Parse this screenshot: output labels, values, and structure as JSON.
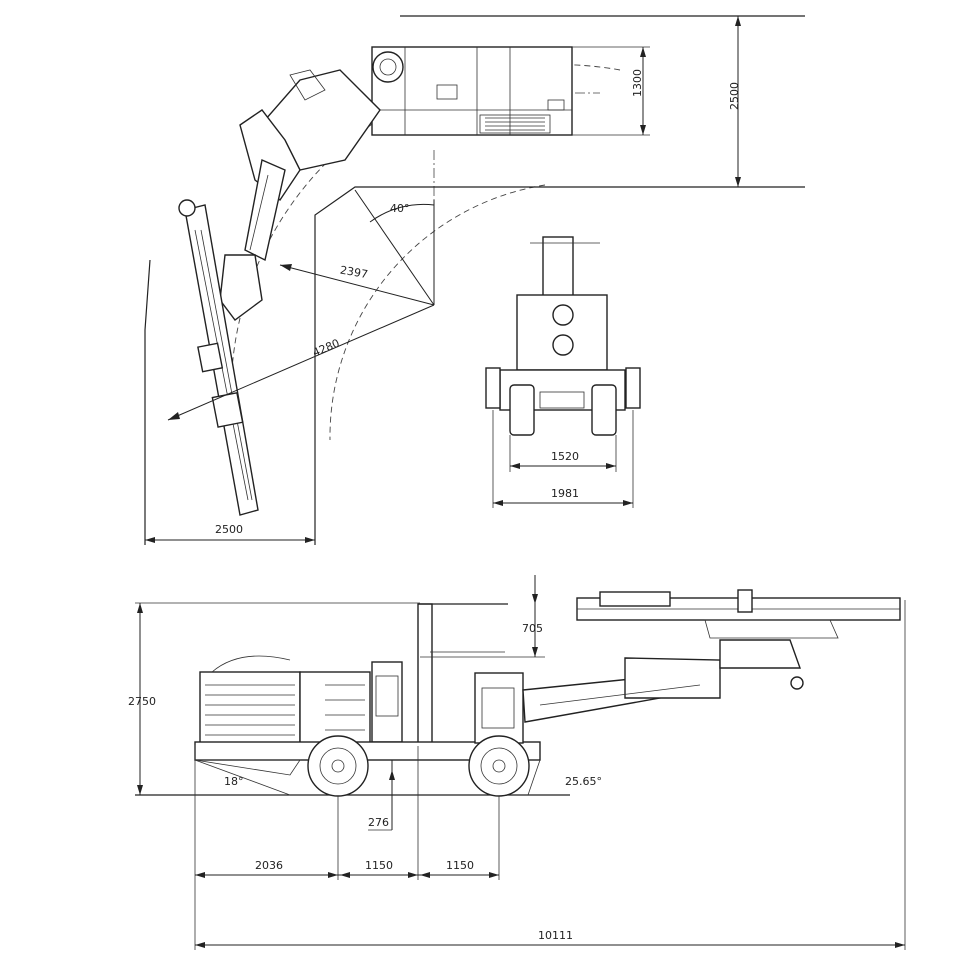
{
  "top_view": {
    "width_dim": "2500",
    "reach_dim": "4280",
    "radius_dim": "2397",
    "angle_label": "40°",
    "carrier_width_dim": "1300",
    "overall_width_dim": "2500"
  },
  "rear_view": {
    "track_dim": "1520",
    "width_dim": "1981"
  },
  "side_view": {
    "height_dim": "2750",
    "canopy_gap_dim": "705",
    "approach_angle": "18°",
    "departure_angle": "25.65°",
    "ground_clearance": "276",
    "rear_overhang": "2036",
    "axle_to_mid": "1150",
    "mid_to_axle": "1150",
    "total_length": "10111"
  }
}
